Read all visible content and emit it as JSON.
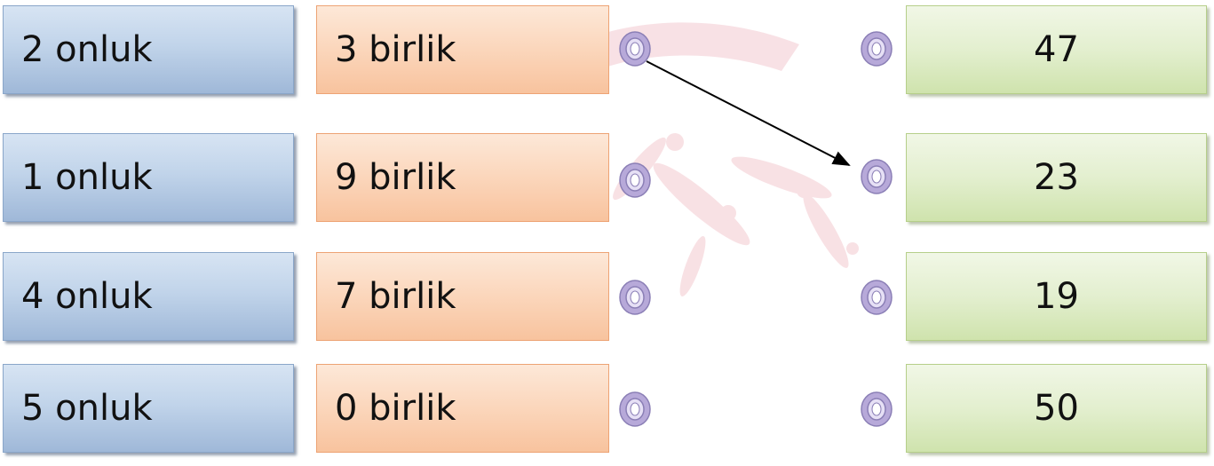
{
  "rows": [
    {
      "tens": "2 onluk",
      "ones": "3 birlik",
      "answer": "47"
    },
    {
      "tens": "1 onluk",
      "ones": "9 birlik",
      "answer": "23"
    },
    {
      "tens": "4 onluk",
      "ones": "7 birlik",
      "answer": "19"
    },
    {
      "tens": "5 onluk",
      "ones": "0 birlik",
      "answer": "50"
    }
  ],
  "connections": [
    {
      "from_row": 0,
      "to_row": 1
    }
  ],
  "colors": {
    "tens_box": "#c1d4ea",
    "ones_box": "#fbd6bb",
    "answer_box": "#e3efcf",
    "node": "#b7a9d9",
    "arrow": "#000000"
  },
  "icons": {
    "node": "ring-connector-icon"
  }
}
